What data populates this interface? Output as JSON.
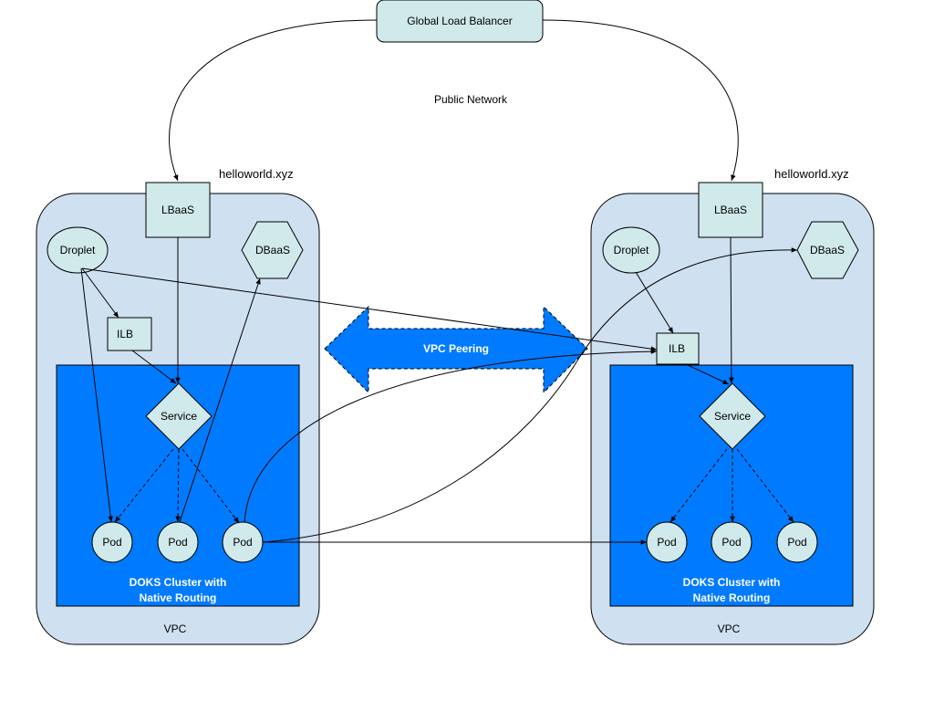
{
  "global_lb": {
    "label": "Global Load Balancer"
  },
  "public_network": {
    "label": "Public Network"
  },
  "vpc_peering": {
    "label": "VPC Peering"
  },
  "left": {
    "domain": "helloworld.xyz",
    "lbaas": "LBaaS",
    "droplet": "Droplet",
    "dbaas": "DBaaS",
    "ilb": "ILB",
    "service": "Service",
    "pods": [
      "Pod",
      "Pod",
      "Pod"
    ],
    "cluster_line1": "DOKS Cluster with",
    "cluster_line2": "Native Routing",
    "vpc": "VPC"
  },
  "right": {
    "domain": "helloworld.xyz",
    "lbaas": "LBaaS",
    "droplet": "Droplet",
    "dbaas": "DBaaS",
    "ilb": "ILB",
    "service": "Service",
    "pods": [
      "Pod",
      "Pod",
      "Pod"
    ],
    "cluster_line1": "DOKS Cluster with",
    "cluster_line2": "Native Routing",
    "vpc": "VPC"
  },
  "colors": {
    "node": "#d0e9ea",
    "vpc": "#cfe0f1",
    "cluster": "#007bff",
    "peering": "#007bff"
  }
}
